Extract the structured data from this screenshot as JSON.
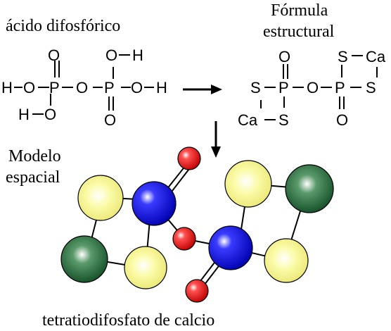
{
  "labels": {
    "acid_title": "ácido difosfórico",
    "formula_title_line1": "Fórmula",
    "formula_title_line2": "estructural",
    "model_title_line1": "Modelo",
    "model_title_line2": "espacial",
    "bottom_caption": "tetratiodifosfato de calcio"
  },
  "acid_atoms": {
    "o_top1": "O",
    "o_top2": "O",
    "h_top2": "H",
    "h_left": "H",
    "o_left": "O",
    "p1": "P",
    "o_bridge": "O",
    "p2": "P",
    "o_right": "O",
    "h_right": "H",
    "o_bottom1": "O",
    "h_bottom1": "H",
    "o_bottom2": "O"
  },
  "struct_atoms": {
    "o_top1": "O",
    "s_top2": "S",
    "ca_top2": "Ca",
    "s_left": "S",
    "p1": "P",
    "o_bridge": "O",
    "p2": "P",
    "s_right": "S",
    "ca_bottom": "Ca",
    "s_bottom": "S",
    "o_bottom2": "O"
  },
  "colors": {
    "oxygen": "#e00000",
    "phosphorus": "#0000e6",
    "sulfur": "#f2f07a",
    "calcium": "#1f6b3a",
    "bond": "#000000"
  }
}
